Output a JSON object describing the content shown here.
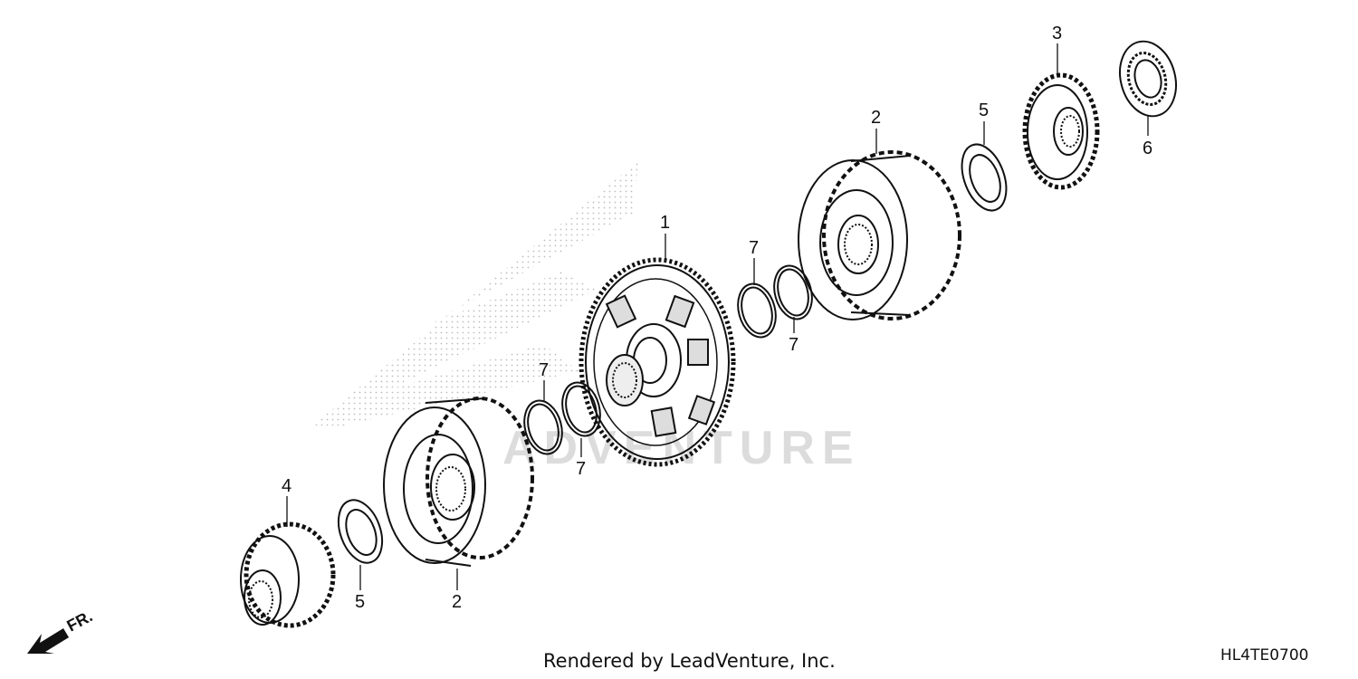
{
  "diagram": {
    "callouts": [
      {
        "id": "c1",
        "number": "1"
      },
      {
        "id": "c2a",
        "number": "2"
      },
      {
        "id": "c2b",
        "number": "2"
      },
      {
        "id": "c3",
        "number": "3"
      },
      {
        "id": "c4",
        "number": "4"
      },
      {
        "id": "c5a",
        "number": "5"
      },
      {
        "id": "c5b",
        "number": "5"
      },
      {
        "id": "c6",
        "number": "6"
      },
      {
        "id": "c7a",
        "number": "7"
      },
      {
        "id": "c7b",
        "number": "7"
      },
      {
        "id": "c7c",
        "number": "7"
      },
      {
        "id": "c7d",
        "number": "7"
      }
    ],
    "direction_arrow_label": "FR.",
    "watermark_text": "ADVENTURE",
    "line_color": "#111111",
    "watermark_color": "#d9d9d9"
  },
  "footer": {
    "credit": "Rendered by LeadVenture, Inc.",
    "diagram_code": "HL4TE0700"
  }
}
